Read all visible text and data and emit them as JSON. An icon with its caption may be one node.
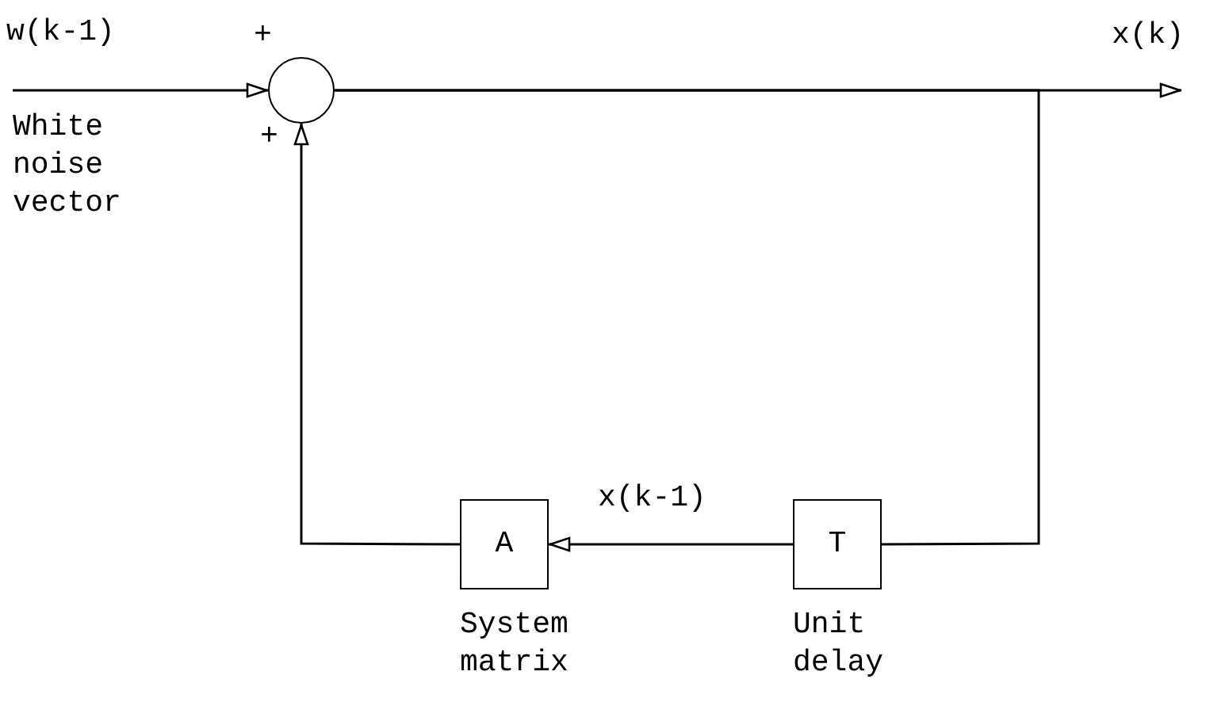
{
  "diagram": {
    "nodes": [
      {
        "text": [],
        "shape": "circle"
      },
      {
        "text": [
          "w(k-1)"
        ],
        "beside": [
          "White noise vector"
        ]
      },
      {
        "text": [
          "T"
        ],
        "beside": [
          "Unit delay"
        ]
      },
      {
        "text": [
          "A"
        ],
        "beside": [
          "System matrix"
        ]
      }
    ],
    "edges": [
      {
        "from": 1,
        "to": 0,
        "arrow": "to"
      },
      {
        "from": 0,
        "to": null,
        "arrow": "to",
        "label": "x(k)"
      },
      {
        "from": 0,
        "to": 2,
        "arrow": "none"
      },
      {
        "from": 2,
        "to": 3,
        "arrow": "to",
        "label": "x(k-1)"
      },
      {
        "from": 3,
        "to": 0,
        "arrow": "to"
      }
    ],
    "labels": [
      "+",
      "+"
    ]
  }
}
